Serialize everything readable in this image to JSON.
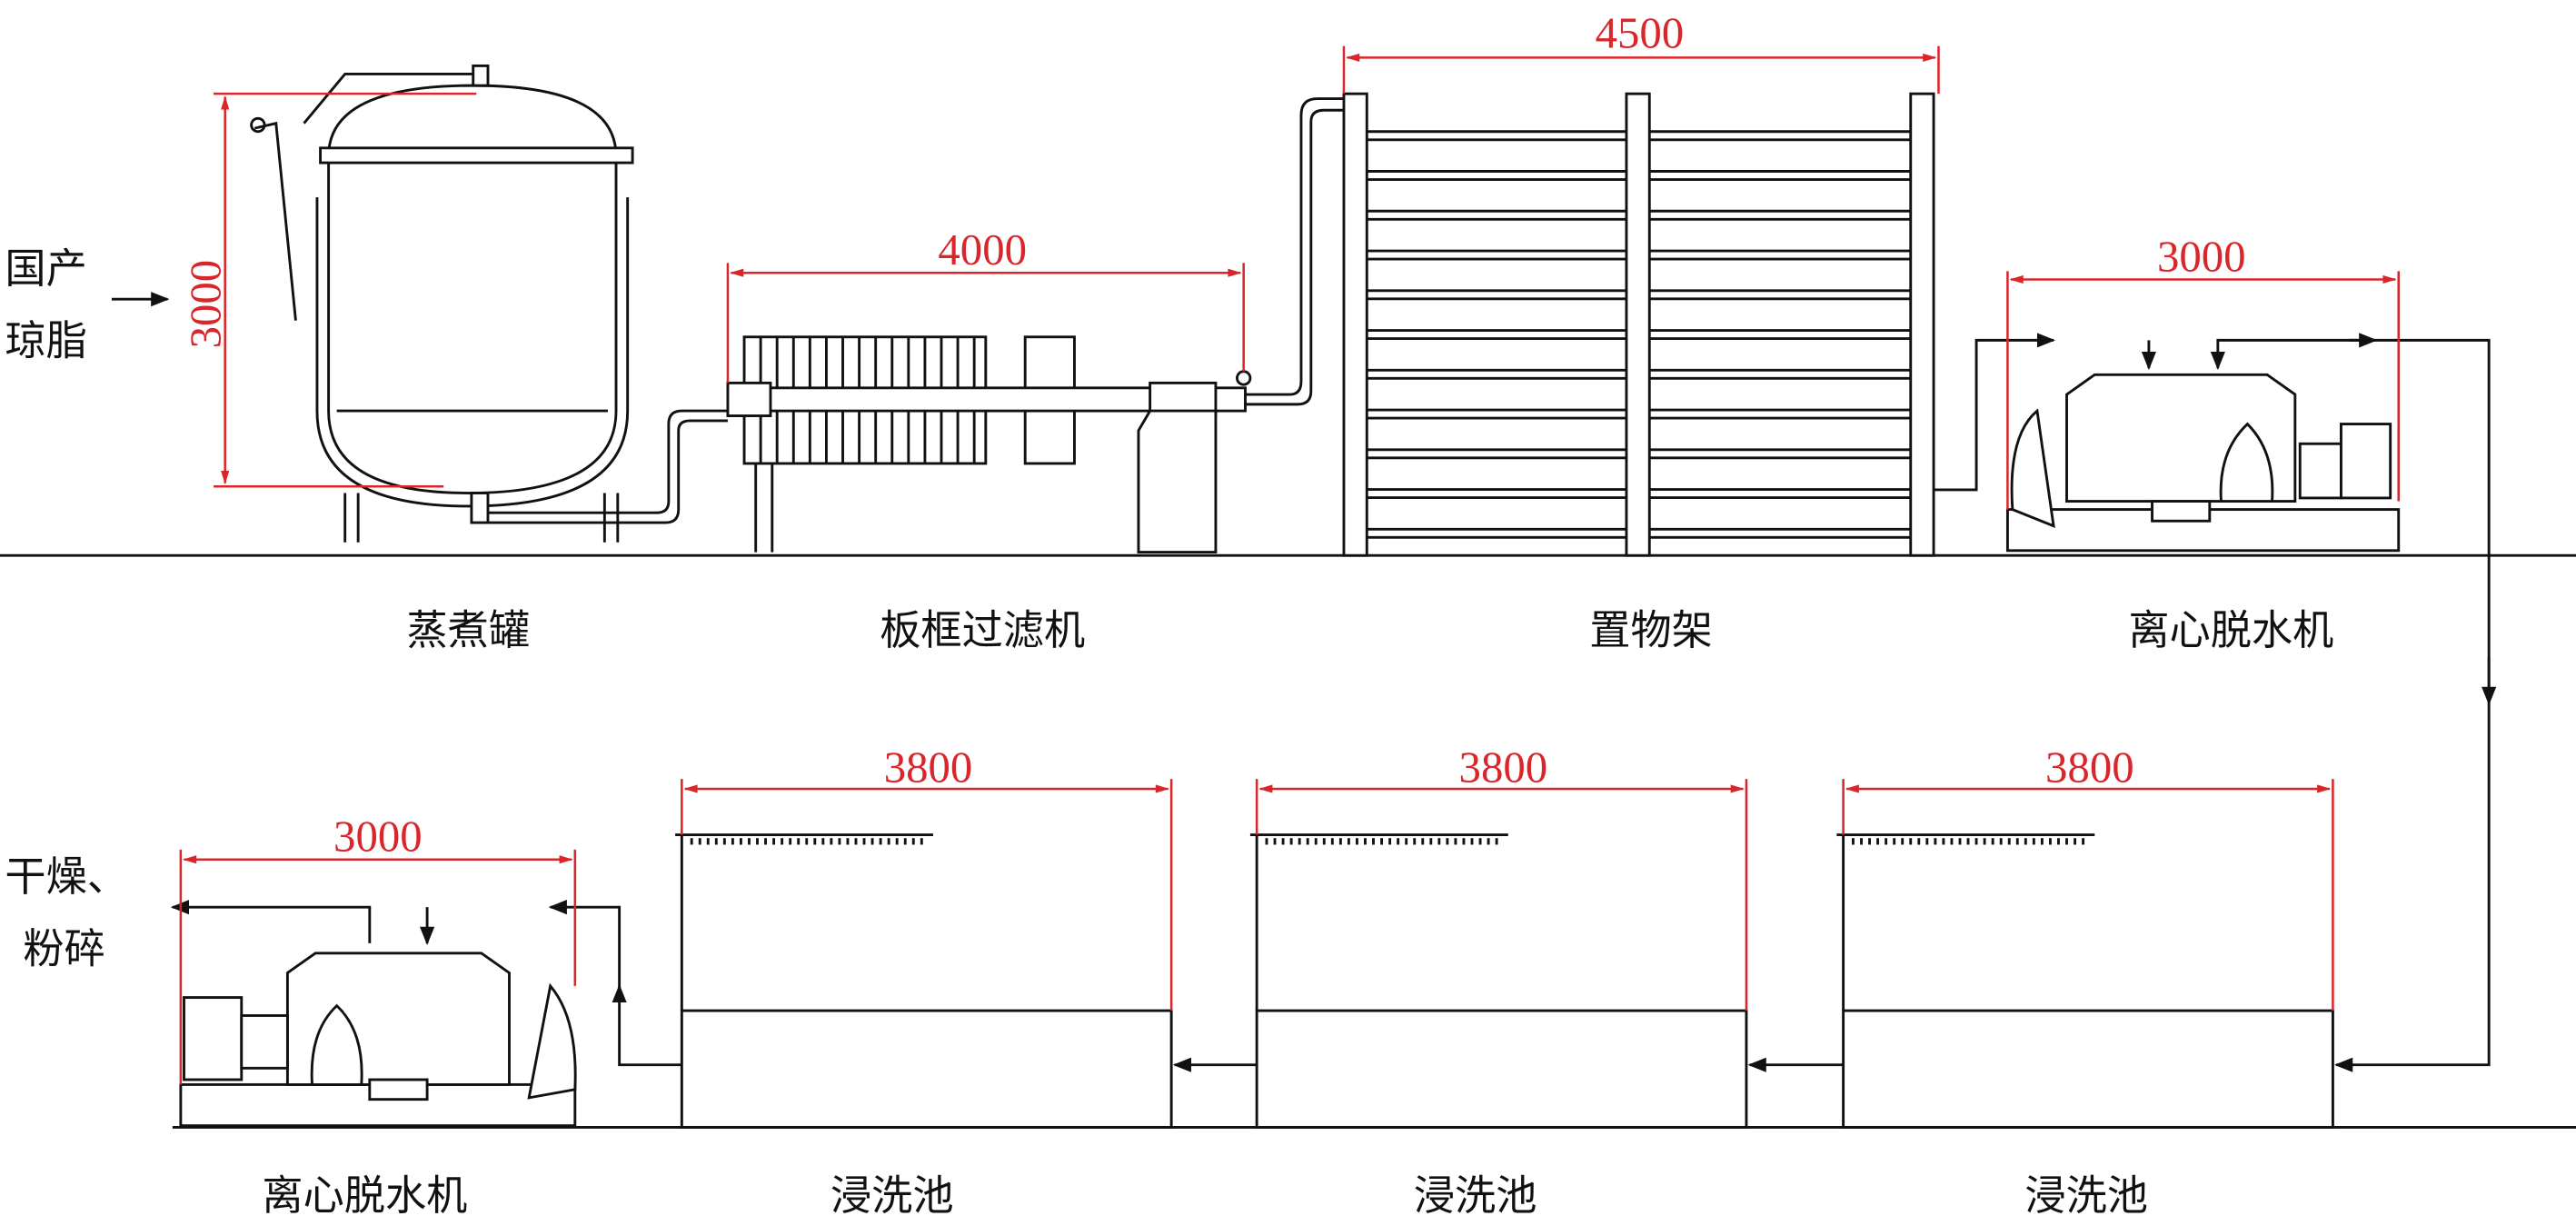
{
  "colors": {
    "dimension": "#d9262b",
    "line": "#111111"
  },
  "inputs": {
    "left_top": [
      "国产",
      "琼脂"
    ],
    "left_bottom": [
      "干燥、",
      "粉碎"
    ]
  },
  "equipment": [
    {
      "label": "蒸煮罐",
      "dimension": "3000"
    },
    {
      "label": "板框过滤机",
      "dimension": "4000"
    },
    {
      "label": "置物架",
      "dimension": "4500"
    },
    {
      "label": "离心脱水机",
      "dimension": "3000"
    },
    {
      "label": "浸洗池",
      "dimension": "3800"
    },
    {
      "label": "浸洗池",
      "dimension": "3800"
    },
    {
      "label": "浸洗池",
      "dimension": "3800"
    },
    {
      "label": "离心脱水机",
      "dimension": "3000"
    }
  ]
}
